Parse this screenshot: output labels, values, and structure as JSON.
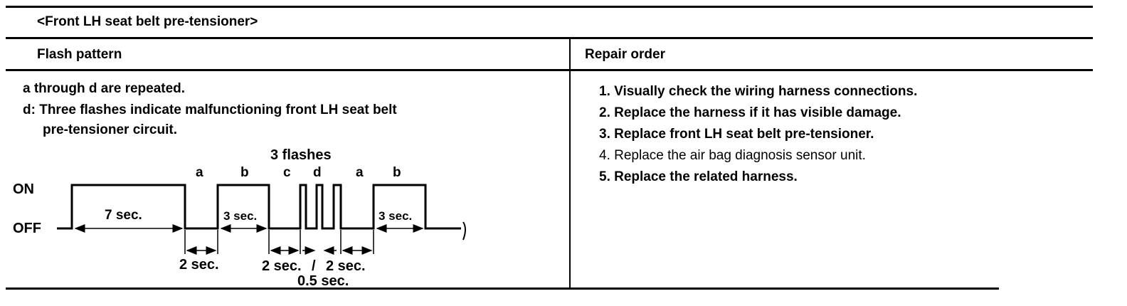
{
  "caption": "<Front LH seat belt pre-tensioner>",
  "table": {
    "header_left": "Flash pattern",
    "header_right": "Repair order",
    "flash_lines": [
      "a through d are repeated.",
      "d: Three flashes indicate malfunctioning front LH seat belt",
      "pre-tensioner circuit."
    ],
    "repair_steps": [
      "1. Visually check the wiring harness connections.",
      "2. Replace the harness if it has visible damage.",
      "3. Replace front LH seat belt pre-tensioner.",
      "4. Replace the air bag diagnosis sensor unit.",
      "5. Replace the related harness."
    ]
  },
  "diagram": {
    "flashes_label": "3 flashes",
    "on_label": "ON",
    "off_label": "OFF",
    "segment_labels": [
      "a",
      "b",
      "c",
      "d",
      "a",
      "b"
    ],
    "on_7": "7 sec.",
    "on_3a": "3 sec.",
    "on_3b": "3 sec.",
    "off_2a": "2 sec.",
    "off_2b": "2 sec.",
    "slash": "/",
    "off_2c": "2 sec.",
    "half": "0.5 sec."
  }
}
